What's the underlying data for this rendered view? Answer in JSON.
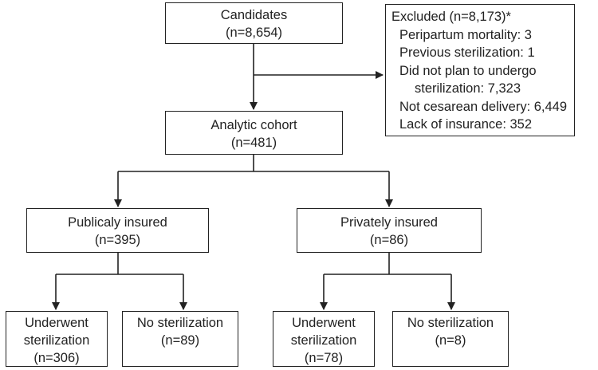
{
  "candidates": {
    "label": "Candidates",
    "n": "(n=8,654)"
  },
  "excluded": {
    "title": "Excluded (n=8,173)*",
    "items": [
      "Peripartum mortality: 3",
      "Previous sterilization: 1",
      "Did not plan to undergo",
      "sterilization: 7,323",
      "Not cesarean delivery: 6,449",
      "Lack of insurance: 352"
    ]
  },
  "cohort": {
    "label": "Analytic cohort",
    "n": "(n=481)"
  },
  "public": {
    "label": "Publicaly insured",
    "n": "(n=395)"
  },
  "private": {
    "label": "Privately insured",
    "n": "(n=86)"
  },
  "pub_ster": {
    "line1": "Underwent",
    "line2": "sterilization",
    "n": "(n=306)"
  },
  "pub_nost": {
    "label": "No sterilization",
    "n": "(n=89)"
  },
  "priv_ster": {
    "line1": "Underwent",
    "line2": "sterilization",
    "n": "(n=78)"
  },
  "priv_nost": {
    "label": "No sterilization",
    "n": "(n=8)"
  }
}
